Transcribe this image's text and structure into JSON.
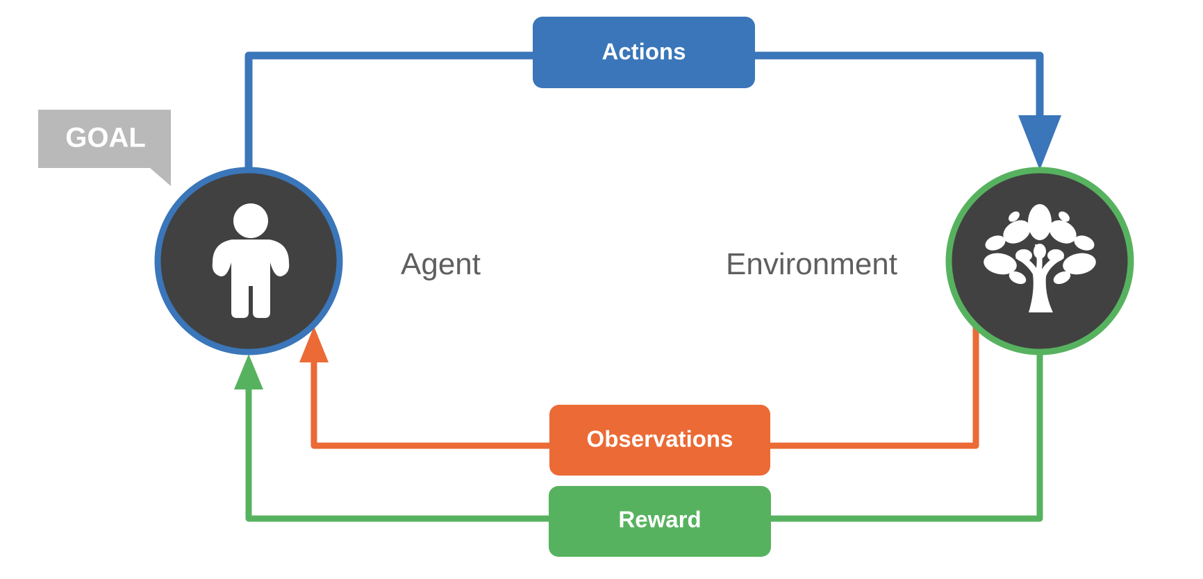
{
  "colors": {
    "actions": "#3a76b9",
    "observations": "#eb6a35",
    "reward": "#57b25f",
    "goal": "#b9b9b9",
    "node_fill": "#414141",
    "node_text": "#5f5f5f"
  },
  "goal": {
    "label": "GOAL"
  },
  "agent": {
    "label": "Agent",
    "icon": "person-icon"
  },
  "environment": {
    "label": "Environment",
    "icon": "tree-icon"
  },
  "edges": {
    "actions": {
      "label": "Actions"
    },
    "observations": {
      "label": "Observations"
    },
    "reward": {
      "label": "Reward"
    }
  }
}
